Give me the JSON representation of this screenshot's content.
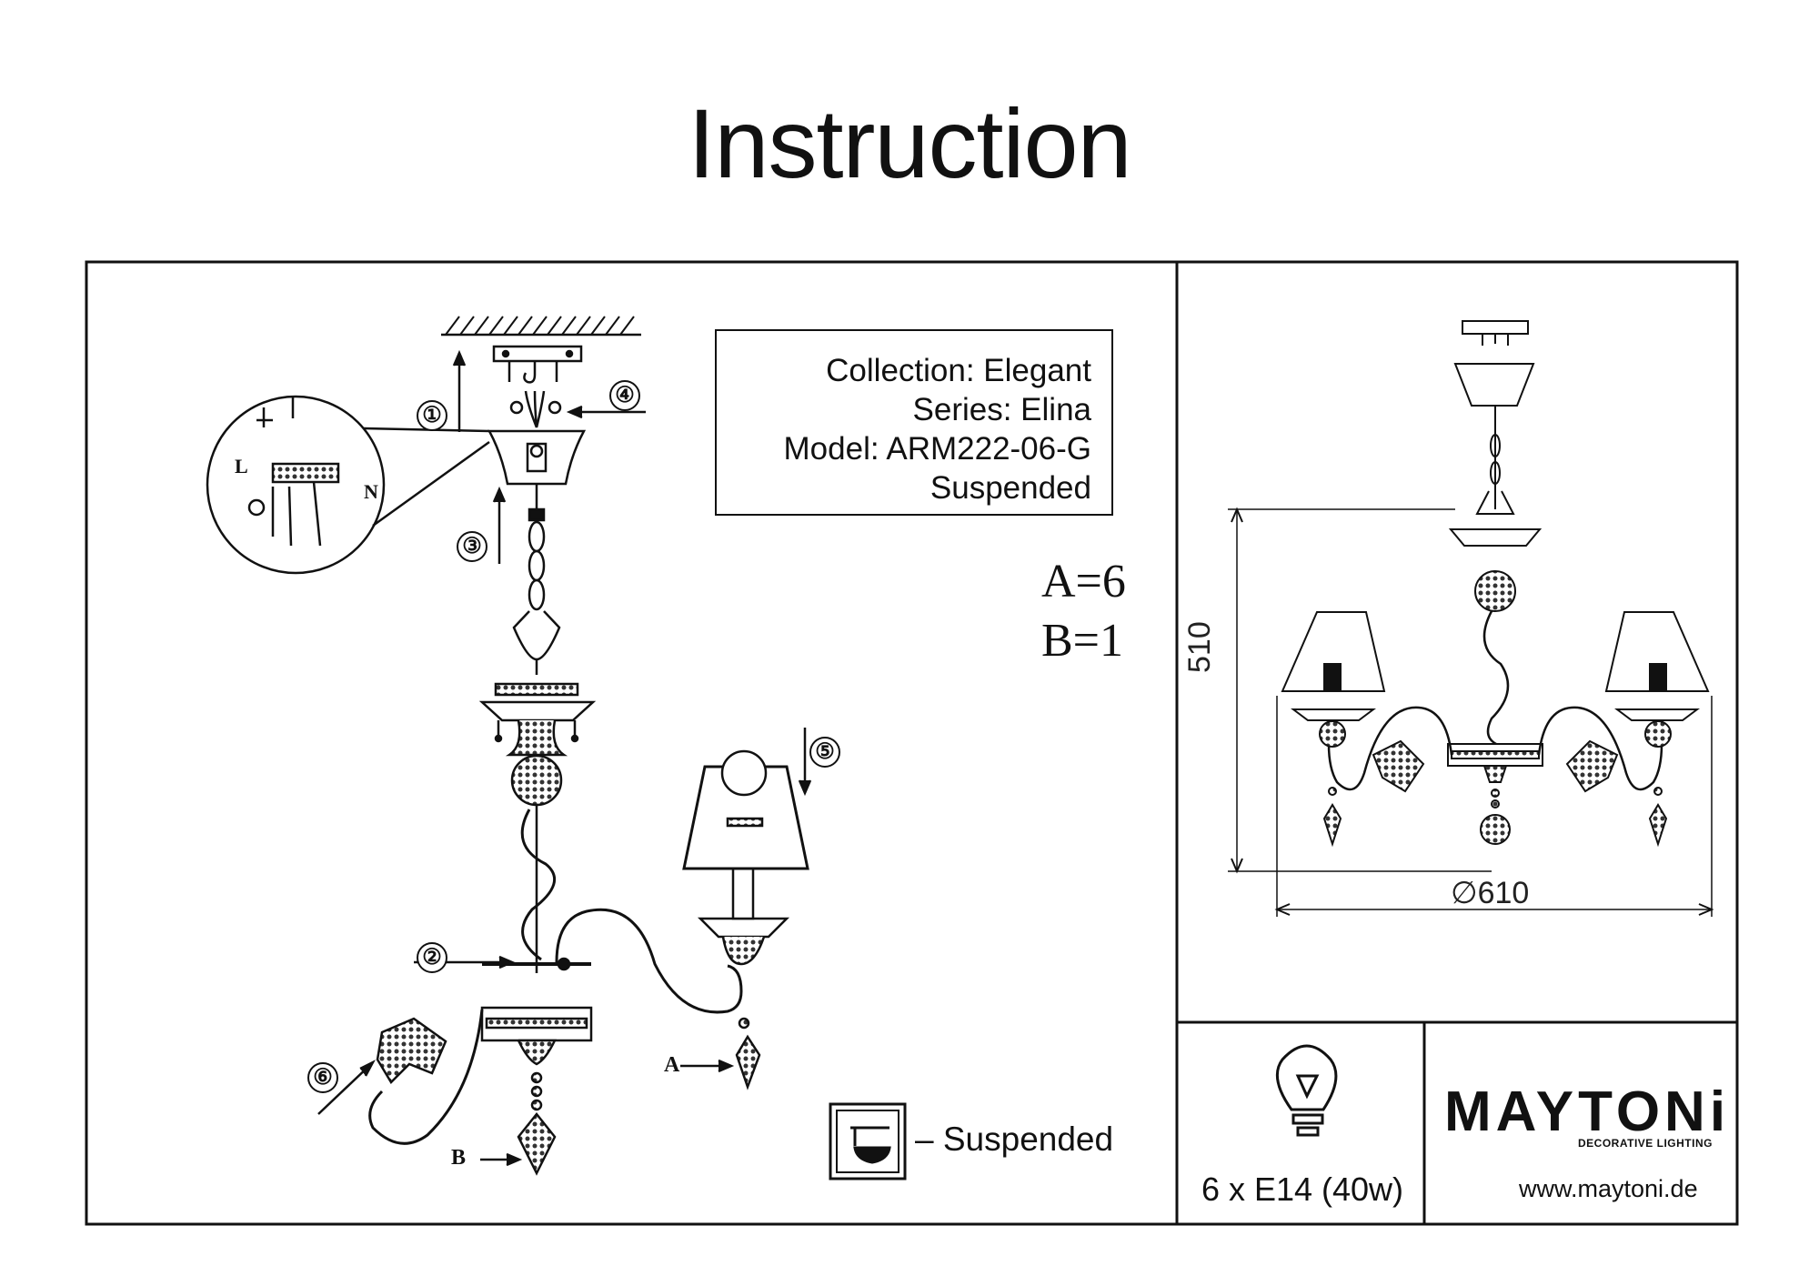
{
  "title": "Instruction",
  "product": {
    "collection": "Collection: Elegant",
    "series": "Series: Elina",
    "model": "Model: ARM222-06-G",
    "mount": "Suspended"
  },
  "counts": {
    "a": "A=6",
    "b": "B=1"
  },
  "labels": {
    "a": "A",
    "b": "B",
    "live": "L",
    "neutral": "N"
  },
  "steps": [
    "①",
    "②",
    "③",
    "④",
    "⑤",
    "⑥"
  ],
  "legend": {
    "text": "– Suspended",
    "icon": "suspended-mount-icon"
  },
  "dimensions": {
    "height": "510",
    "diameter": "∅610"
  },
  "bulb": {
    "text": "6 x E14 (40w)",
    "icon": "light-bulb-icon"
  },
  "brand": {
    "name": "MAYTONi",
    "tagline": "DECORATIVE LIGHTING",
    "website": "www.maytoni.de"
  }
}
